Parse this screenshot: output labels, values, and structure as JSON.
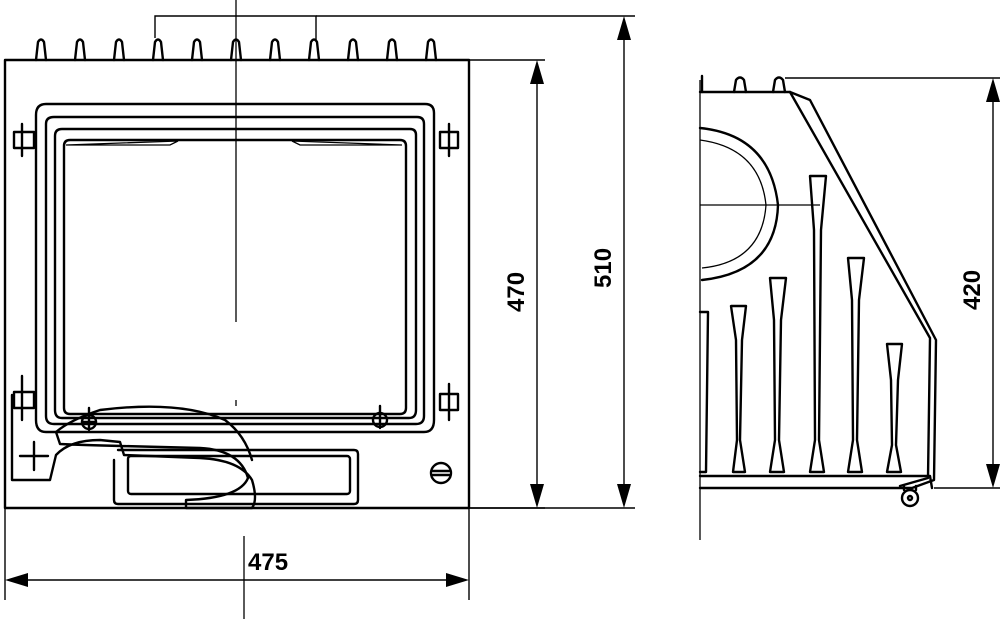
{
  "dimensions": {
    "width_front": "475",
    "height_opening": "470",
    "height_total": "510",
    "height_side": "420"
  }
}
